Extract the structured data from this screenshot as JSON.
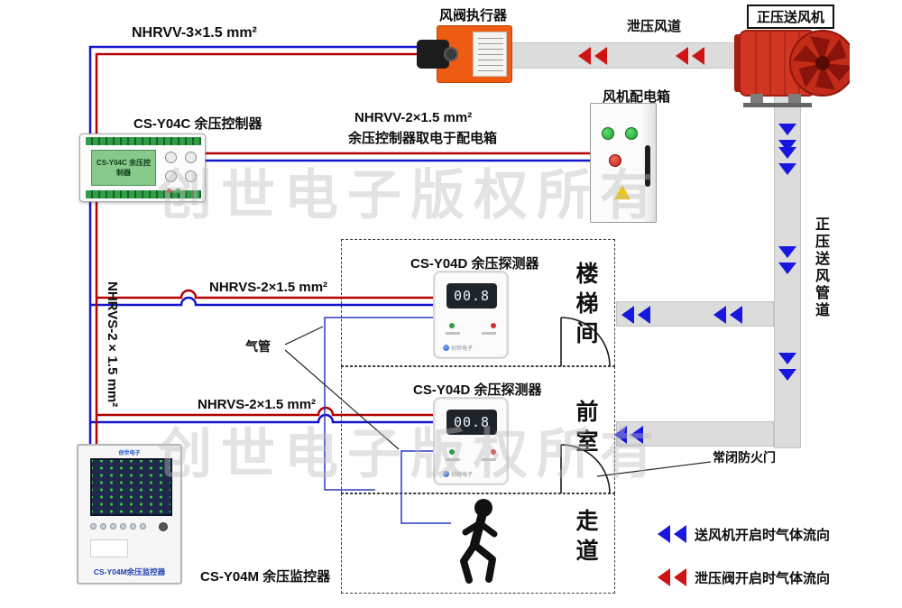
{
  "colors": {
    "wire_blue": "#1414cc",
    "wire_red": "#b40000",
    "arrow_blue": "#1717df",
    "arrow_red": "#cf1414",
    "duct_gray": "#dcdcdc",
    "actuator_orange": "#ed5c12",
    "fan_red": "#d23522"
  },
  "watermark": "创世电子版权所有",
  "labels": {
    "cable_top": "NHRVV-3×1.5 mm²",
    "actuator": "风阀执行器",
    "relief_duct": "泄压风道",
    "fan": "正压送风机",
    "fan_power_box": "风机配电箱",
    "cable_power": "NHRVV-2×1.5 mm²",
    "cable_power_note": "余压控制器取电于配电箱",
    "controller": "CS-Y04C 余压控制器",
    "detector": "CS-Y04D 余压探测器",
    "zone1": "楼梯间",
    "zone2": "前室",
    "zone3": "走道",
    "cable_nhrvs": "NHRVS-2×1.5 mm²",
    "air_tube": "气管",
    "fire_door": "常闭防火门",
    "monitor": "CS-Y04M 余压监控器",
    "supply_duct_vertical": "正压送风管道",
    "legend_supply": "送风机开启时气体流向",
    "legend_relief": "泄压阀开启时气体流向"
  },
  "devices": {
    "controller_screen": "CS-Y04C 余压控制器",
    "detector1_display": "00.8",
    "detector2_display": "00.8",
    "monitor_front_label": "CS-Y04M余压监控器",
    "brand": "创世电子"
  }
}
